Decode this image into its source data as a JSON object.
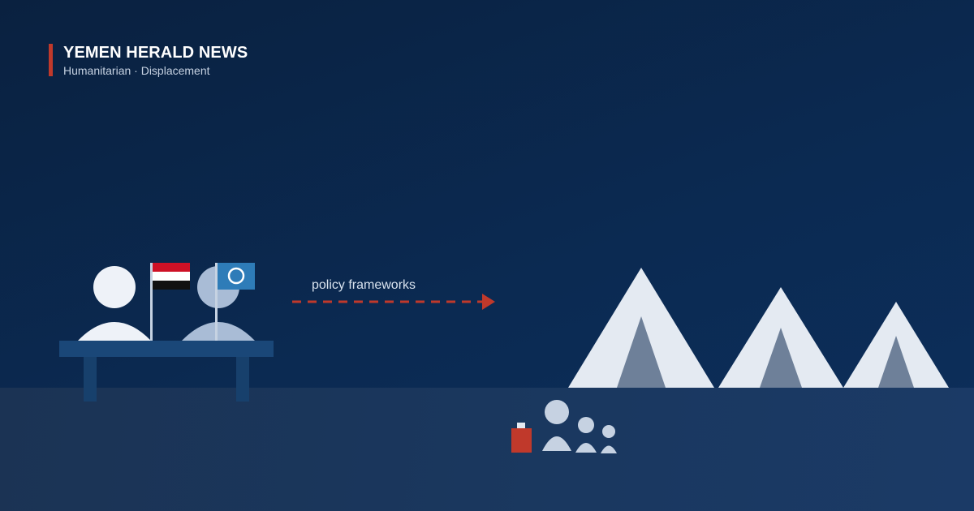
{
  "header": {
    "title": "YEMEN HERALD NEWS",
    "subtitle": "Humanitarian · Displacement"
  },
  "diagram": {
    "arrow_label": "policy frameworks"
  },
  "icons": {
    "accent_bar": "red-vertical-bar",
    "negotiators": "two-person-table-icon",
    "flag_left": "yemen-flag-icon",
    "flag_right": "un-flag-icon",
    "tents": "tent-camp-icon",
    "family": "displaced-family-icon",
    "luggage": "suitcase-icon"
  },
  "colors": {
    "background": "#0b2a52",
    "ground": "#1b3a66",
    "accent": "#c0392b",
    "figure_light": "#eef2f8",
    "figure_muted": "#a9bcd6",
    "tent": "#e4eaf2",
    "tent_door": "#6e8099",
    "table": "#1a4778",
    "un_blue": "#2e7cb8"
  }
}
